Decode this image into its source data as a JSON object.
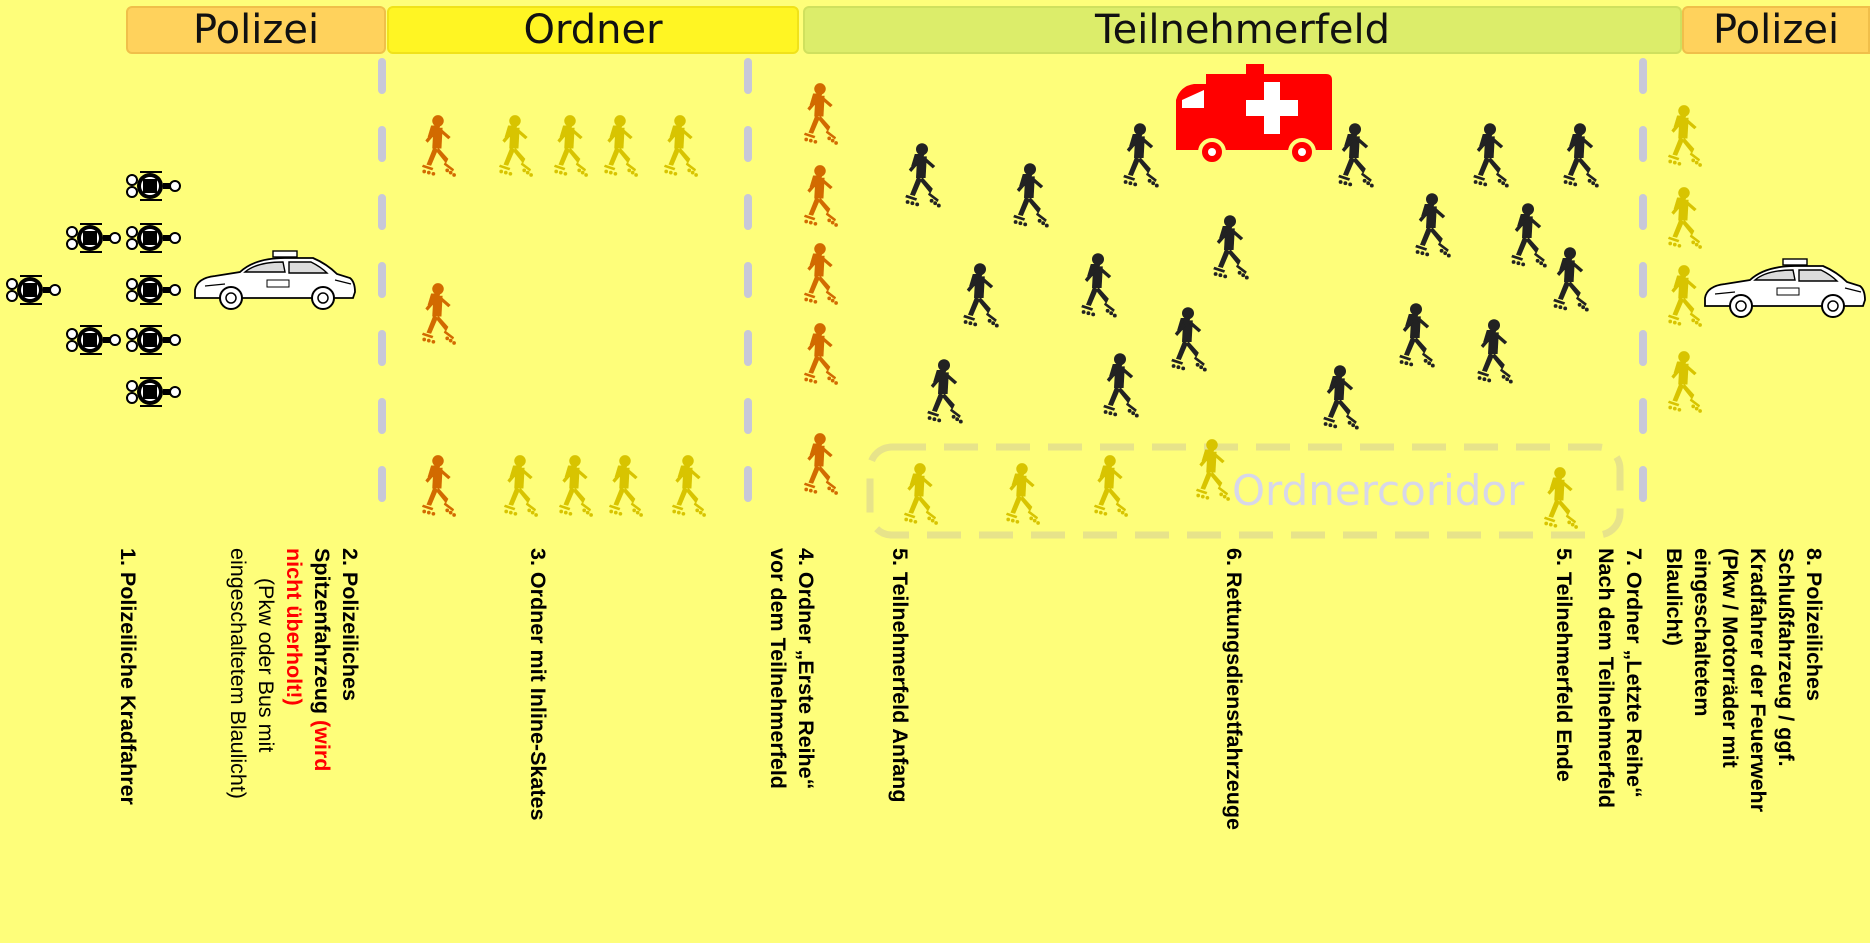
{
  "headers": {
    "police_left": "Polizei",
    "ordner": "Ordner",
    "teilnehmerfeld": "Teilnehmerfeld",
    "police_right": "Polizei"
  },
  "corridor_label": "Ordnercoridor",
  "labels": {
    "l1": "1. Polizeiliche Kradfahrer",
    "l2_bold_a": "2. Polizeiliches\nSpitzenfahrzeug ",
    "l2_red_a": "(wird",
    "l2_red_b": "\nnicht überholt!)",
    "l2_normal": "\n     (Pkw oder Bus mit\neingeschaltetem Blaulicht)",
    "l3": "3. Ordner mit Inline-Skates",
    "l4": "4. Ordner „Erste Reihe“\nvor dem Teilnehmerfeld",
    "l5a": "5. Teilnehmerfeld Anfang",
    "l6": "6. Rettungsdienstfahrzeuge",
    "l5b": "5. Teilnehmerfeld Ende",
    "l7": "7. Ordner „Letzte Reihe“\nNach dem Teilnehmerfeld",
    "l8": "8. Polizeiliches\nSchlußfahrzeug / ggf.\nKradfahrer der Feuerwehr\n(Pkw / Motorräder mit\neingeschaltetem\nBlaulicht)"
  },
  "colors": {
    "background": "#fefe7a",
    "police_header": "#ffd25c",
    "ordner_header": "#fff523",
    "teilnehmer_header": "#dced6a",
    "lead_steward": "#d26a00",
    "steward": "#d8c400",
    "participant": "#222222",
    "ambulance": "#ff0000",
    "divider": "#c8c8d8",
    "red_text": "#ff0000"
  },
  "icons": {
    "motorcycle": "police-motorcycle-icon",
    "police_car": "police-car-icon",
    "skater": "inline-skater-icon",
    "ambulance": "ambulance-icon"
  }
}
